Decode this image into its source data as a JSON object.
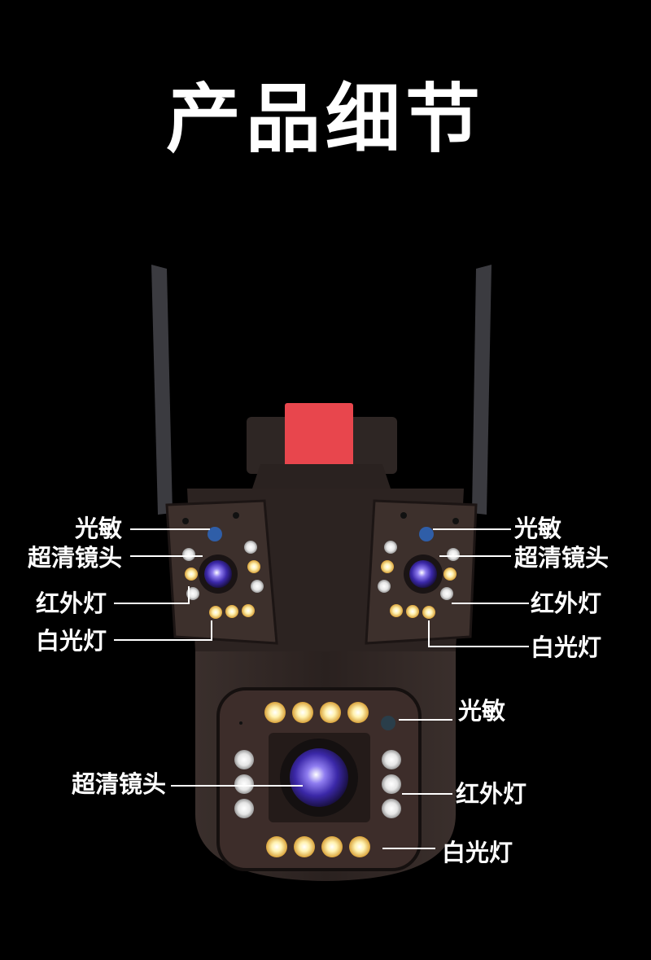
{
  "title": "产品细节",
  "colors": {
    "background": "#000000",
    "text": "#ffffff",
    "body": "#241c1a",
    "accent_red": "#e8464d",
    "lens_purple": "#6a4bd8",
    "led_warm": "#f2c94c"
  },
  "labels": {
    "left_top": [
      "光敏",
      "超清镜头",
      "红外灯",
      "白光灯"
    ],
    "right_top": [
      "光敏",
      "超清镜头",
      "红外灯",
      "白光灯"
    ],
    "bottom_left": "超清镜头",
    "bottom_right": [
      "光敏",
      "红外灯",
      "白光灯"
    ]
  }
}
